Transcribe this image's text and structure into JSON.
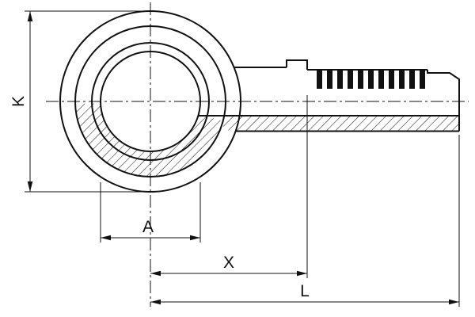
{
  "drawing": {
    "subject": "Banjo eye hose fitting with barbed nipple — sectioned technical drawing",
    "background": "#ffffff",
    "line_color": "#111111",
    "labels": {
      "k": "K",
      "a": "A",
      "x": "X",
      "l": "L"
    }
  }
}
